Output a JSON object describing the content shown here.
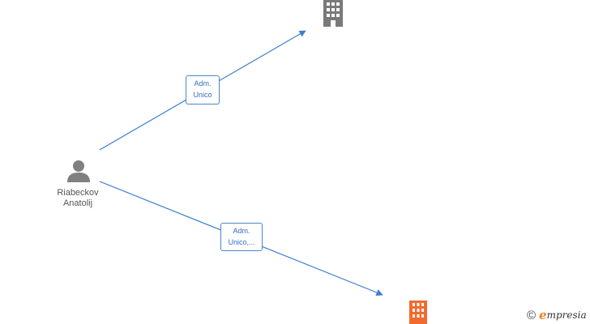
{
  "person": {
    "name_line1": "Riabeckov",
    "name_line2": "Anatolij"
  },
  "relations": [
    {
      "label_line1": "Adm.",
      "label_line2": "Unico"
    },
    {
      "label_line1": "Adm.",
      "label_line2": "Unico,..."
    }
  ],
  "colors": {
    "edge": "#3a7fd0",
    "company_inactive": "#7a7a7a",
    "company_active": "#f26a2e",
    "person": "#808080"
  },
  "icons": {
    "person": "person-icon",
    "company": "building-icon"
  },
  "watermark": {
    "copyright_symbol": "©",
    "brand_initial": "e",
    "brand_rest": "mpresia"
  }
}
